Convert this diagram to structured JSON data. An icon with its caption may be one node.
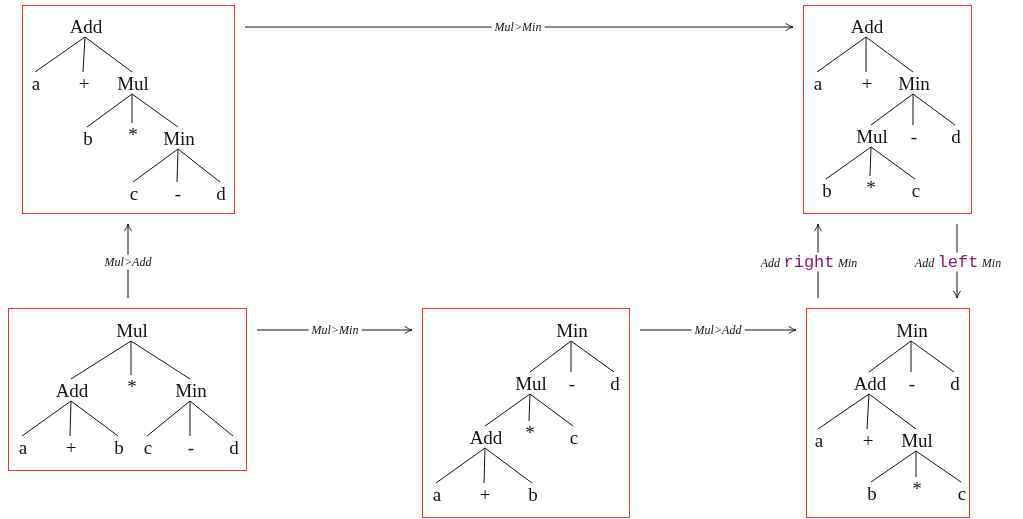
{
  "diagram": {
    "nodes": [
      {
        "text": [],
        "shape": "box"
      },
      {
        "text": [],
        "shape": "box"
      },
      {
        "text": [],
        "shape": "box"
      },
      {
        "text": [],
        "shape": "box"
      },
      {
        "text": [],
        "shape": "box"
      },
      {
        "text": [
          "Add"
        ],
        "in": 0
      },
      {
        "text": [
          "a"
        ],
        "in": 0
      },
      {
        "text": [
          "+"
        ],
        "in": 0
      },
      {
        "text": [
          "Mul"
        ],
        "in": 0
      },
      {
        "text": [
          "b"
        ],
        "in": 0
      },
      {
        "text": [
          "*"
        ],
        "in": 0
      },
      {
        "text": [
          "Min"
        ],
        "in": 0
      },
      {
        "text": [
          "c"
        ],
        "in": 0
      },
      {
        "text": [
          "-"
        ],
        "in": 0
      },
      {
        "text": [
          "d"
        ],
        "in": 0
      },
      {
        "text": [
          "Add"
        ],
        "in": 1
      },
      {
        "text": [
          "a"
        ],
        "in": 1
      },
      {
        "text": [
          "+"
        ],
        "in": 1
      },
      {
        "text": [
          "Min"
        ],
        "in": 1
      },
      {
        "text": [
          "Mul"
        ],
        "in": 1
      },
      {
        "text": [
          "-"
        ],
        "in": 1
      },
      {
        "text": [
          "d"
        ],
        "in": 1
      },
      {
        "text": [
          "b"
        ],
        "in": 1
      },
      {
        "text": [
          "*"
        ],
        "in": 1
      },
      {
        "text": [
          "c"
        ],
        "in": 1
      },
      {
        "text": [
          "Mul"
        ],
        "in": 2
      },
      {
        "text": [
          "Add"
        ],
        "in": 2
      },
      {
        "text": [
          "*"
        ],
        "in": 2
      },
      {
        "text": [
          "Min"
        ],
        "in": 2
      },
      {
        "text": [
          "a"
        ],
        "in": 2
      },
      {
        "text": [
          "+"
        ],
        "in": 2
      },
      {
        "text": [
          "b"
        ],
        "in": 2
      },
      {
        "text": [
          "c"
        ],
        "in": 2
      },
      {
        "text": [
          "-"
        ],
        "in": 2
      },
      {
        "text": [
          "d"
        ],
        "in": 2
      },
      {
        "text": [
          "Min"
        ],
        "in": 3
      },
      {
        "text": [
          "Mul"
        ],
        "in": 3
      },
      {
        "text": [
          "-"
        ],
        "in": 3
      },
      {
        "text": [
          "d"
        ],
        "in": 3
      },
      {
        "text": [
          "Add"
        ],
        "in": 3
      },
      {
        "text": [
          "*"
        ],
        "in": 3
      },
      {
        "text": [
          "c"
        ],
        "in": 3
      },
      {
        "text": [
          "a"
        ],
        "in": 3
      },
      {
        "text": [
          "+"
        ],
        "in": 3
      },
      {
        "text": [
          "b"
        ],
        "in": 3
      },
      {
        "text": [
          "Min"
        ],
        "in": 4
      },
      {
        "text": [
          "Add"
        ],
        "in": 4
      },
      {
        "text": [
          "-"
        ],
        "in": 4
      },
      {
        "text": [
          "d"
        ],
        "in": 4
      },
      {
        "text": [
          "a"
        ],
        "in": 4
      },
      {
        "text": [
          "+"
        ],
        "in": 4
      },
      {
        "text": [
          "Mul"
        ],
        "in": 4
      },
      {
        "text": [
          "b"
        ],
        "in": 4
      },
      {
        "text": [
          "*"
        ],
        "in": 4
      },
      {
        "text": [
          "c"
        ],
        "in": 4
      }
    ],
    "edges": [
      {
        "from": 0,
        "to": 1,
        "arrow": "to",
        "label": "Mul>Min"
      },
      {
        "from": 2,
        "to": 0,
        "arrow": "to",
        "label": "Mul>Add"
      },
      {
        "from": 2,
        "to": 3,
        "arrow": "to",
        "label": "Mul>Min"
      },
      {
        "from": 3,
        "to": 4,
        "arrow": "to",
        "label": "Mul>Add"
      },
      {
        "from": 4,
        "to": 1,
        "arrow": "to",
        "label": "*Add* right *Min*"
      },
      {
        "from": 1,
        "to": 4,
        "arrow": "to",
        "label": "*Add* left *Min*"
      },
      {
        "from": 5,
        "to": 6,
        "arrow": "none"
      },
      {
        "from": 5,
        "to": 7,
        "arrow": "none"
      },
      {
        "from": 5,
        "to": 8,
        "arrow": "none"
      },
      {
        "from": 8,
        "to": 9,
        "arrow": "none"
      },
      {
        "from": 8,
        "to": 10,
        "arrow": "none"
      },
      {
        "from": 8,
        "to": 11,
        "arrow": "none"
      },
      {
        "from": 11,
        "to": 12,
        "arrow": "none"
      },
      {
        "from": 11,
        "to": 13,
        "arrow": "none"
      },
      {
        "from": 11,
        "to": 14,
        "arrow": "none"
      },
      {
        "from": 15,
        "to": 16,
        "arrow": "none"
      },
      {
        "from": 15,
        "to": 17,
        "arrow": "none"
      },
      {
        "from": 15,
        "to": 18,
        "arrow": "none"
      },
      {
        "from": 18,
        "to": 19,
        "arrow": "none"
      },
      {
        "from": 18,
        "to": 20,
        "arrow": "none"
      },
      {
        "from": 18,
        "to": 21,
        "arrow": "none"
      },
      {
        "from": 19,
        "to": 22,
        "arrow": "none"
      },
      {
        "from": 19,
        "to": 23,
        "arrow": "none"
      },
      {
        "from": 19,
        "to": 24,
        "arrow": "none"
      },
      {
        "from": 25,
        "to": 26,
        "arrow": "none"
      },
      {
        "from": 25,
        "to": 27,
        "arrow": "none"
      },
      {
        "from": 25,
        "to": 28,
        "arrow": "none"
      },
      {
        "from": 26,
        "to": 29,
        "arrow": "none"
      },
      {
        "from": 26,
        "to": 30,
        "arrow": "none"
      },
      {
        "from": 26,
        "to": 31,
        "arrow": "none"
      },
      {
        "from": 28,
        "to": 32,
        "arrow": "none"
      },
      {
        "from": 28,
        "to": 33,
        "arrow": "none"
      },
      {
        "from": 28,
        "to": 34,
        "arrow": "none"
      },
      {
        "from": 35,
        "to": 36,
        "arrow": "none"
      },
      {
        "from": 35,
        "to": 37,
        "arrow": "none"
      },
      {
        "from": 35,
        "to": 38,
        "arrow": "none"
      },
      {
        "from": 36,
        "to": 39,
        "arrow": "none"
      },
      {
        "from": 36,
        "to": 40,
        "arrow": "none"
      },
      {
        "from": 36,
        "to": 41,
        "arrow": "none"
      },
      {
        "from": 39,
        "to": 42,
        "arrow": "none"
      },
      {
        "from": 39,
        "to": 43,
        "arrow": "none"
      },
      {
        "from": 39,
        "to": 44,
        "arrow": "none"
      },
      {
        "from": 45,
        "to": 46,
        "arrow": "none"
      },
      {
        "from": 45,
        "to": 47,
        "arrow": "none"
      },
      {
        "from": 45,
        "to": 48,
        "arrow": "none"
      },
      {
        "from": 46,
        "to": 49,
        "arrow": "none"
      },
      {
        "from": 46,
        "to": 50,
        "arrow": "none"
      },
      {
        "from": 46,
        "to": 51,
        "arrow": "none"
      },
      {
        "from": 51,
        "to": 52,
        "arrow": "none"
      },
      {
        "from": 51,
        "to": 53,
        "arrow": "none"
      },
      {
        "from": 51,
        "to": 54,
        "arrow": "none"
      }
    ]
  }
}
